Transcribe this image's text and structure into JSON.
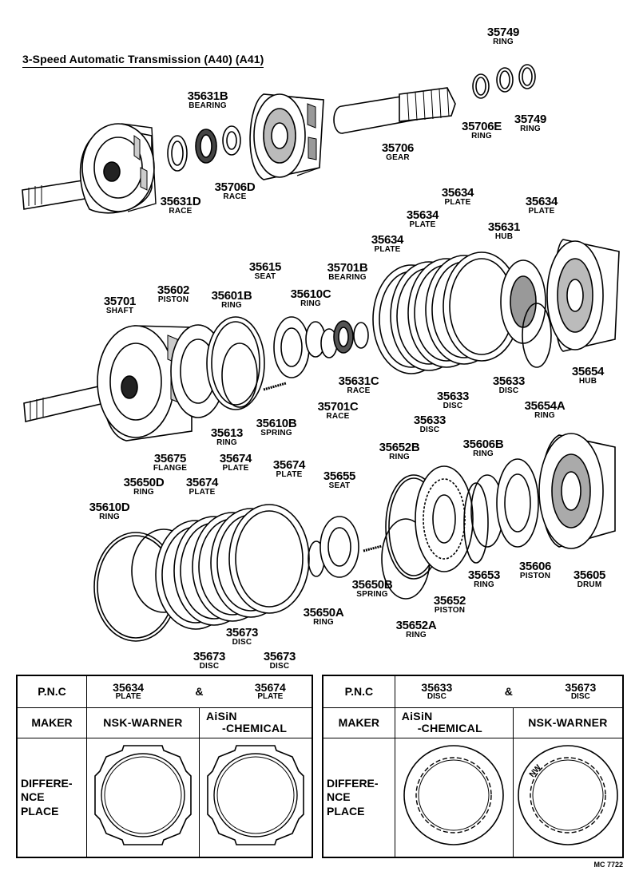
{
  "title": "3-Speed Automatic Transmission (A40) (A41)",
  "ref_code": "MC 7722",
  "callouts": [
    {
      "id": "c35749a",
      "num": "35749",
      "name": "RING"
    },
    {
      "id": "c35749b",
      "num": "35749",
      "name": "RING"
    },
    {
      "id": "c35706e",
      "num": "35706E",
      "name": "RING"
    },
    {
      "id": "c35706",
      "num": "35706",
      "name": "GEAR"
    },
    {
      "id": "c35631b",
      "num": "35631B",
      "name": "BEARING"
    },
    {
      "id": "c35706d",
      "num": "35706D",
      "name": "RACE"
    },
    {
      "id": "c35631d",
      "num": "35631D",
      "name": "RACE"
    },
    {
      "id": "c35634a",
      "num": "35634",
      "name": "PLATE"
    },
    {
      "id": "c35634b",
      "num": "35634",
      "name": "PLATE"
    },
    {
      "id": "c35634c",
      "num": "35634",
      "name": "PLATE"
    },
    {
      "id": "c35634d",
      "num": "35634",
      "name": "PLATE"
    },
    {
      "id": "c35631",
      "num": "35631",
      "name": "HUB"
    },
    {
      "id": "c35615",
      "num": "35615",
      "name": "SEAT"
    },
    {
      "id": "c35701b",
      "num": "35701B",
      "name": "BEARING"
    },
    {
      "id": "c35610c",
      "num": "35610C",
      "name": "RING"
    },
    {
      "id": "c35701",
      "num": "35701",
      "name": "SHAFT"
    },
    {
      "id": "c35602",
      "num": "35602",
      "name": "PISTON"
    },
    {
      "id": "c35601b",
      "num": "35601B",
      "name": "RING"
    },
    {
      "id": "c35654",
      "num": "35654",
      "name": "HUB"
    },
    {
      "id": "c35633a",
      "num": "35633",
      "name": "DISC"
    },
    {
      "id": "c35631c",
      "num": "35631C",
      "name": "RACE"
    },
    {
      "id": "c35633b",
      "num": "35633",
      "name": "DISC"
    },
    {
      "id": "c35654a",
      "num": "35654A",
      "name": "RING"
    },
    {
      "id": "c35701c",
      "num": "35701C",
      "name": "RACE"
    },
    {
      "id": "c35633c",
      "num": "35633",
      "name": "DISC"
    },
    {
      "id": "c35613",
      "num": "35613",
      "name": "RING"
    },
    {
      "id": "c35610b",
      "num": "35610B",
      "name": "SPRING"
    },
    {
      "id": "c35675",
      "num": "35675",
      "name": "FLANGE"
    },
    {
      "id": "c35674a",
      "num": "35674",
      "name": "PLATE"
    },
    {
      "id": "c35674b",
      "num": "35674",
      "name": "PLATE"
    },
    {
      "id": "c35674c",
      "num": "35674",
      "name": "PLATE"
    },
    {
      "id": "c35650d",
      "num": "35650D",
      "name": "RING"
    },
    {
      "id": "c35655",
      "num": "35655",
      "name": "SEAT"
    },
    {
      "id": "c35652b",
      "num": "35652B",
      "name": "RING"
    },
    {
      "id": "c35606b",
      "num": "35606B",
      "name": "RING"
    },
    {
      "id": "c35610d",
      "num": "35610D",
      "name": "RING"
    },
    {
      "id": "c35606",
      "num": "35606",
      "name": "PISTON"
    },
    {
      "id": "c35605",
      "num": "35605",
      "name": "DRUM"
    },
    {
      "id": "c35653",
      "num": "35653",
      "name": "RING"
    },
    {
      "id": "c35650b",
      "num": "35650B",
      "name": "SPRING"
    },
    {
      "id": "c35652",
      "num": "35652",
      "name": "PISTON"
    },
    {
      "id": "c35650a",
      "num": "35650A",
      "name": "RING"
    },
    {
      "id": "c35652a",
      "num": "35652A",
      "name": "RING"
    },
    {
      "id": "c35673a",
      "num": "35673",
      "name": "DISC"
    },
    {
      "id": "c35673b",
      "num": "35673",
      "name": "DISC"
    },
    {
      "id": "c35673c",
      "num": "35673",
      "name": "DISC"
    }
  ],
  "tables": {
    "left": {
      "pnc_label": "P.N.C",
      "part_a": {
        "num": "35634",
        "name": "PLATE"
      },
      "amp": "&",
      "part_b": {
        "num": "35674",
        "name": "PLATE"
      },
      "maker_label": "MAKER",
      "maker_1": "NSK-WARNER",
      "maker_2_line1": "AiSiN",
      "maker_2_line2": "-CHEMICAL",
      "diff_line1": "DIFFERE-",
      "diff_line2": "NCE",
      "diff_line3": "PLACE"
    },
    "right": {
      "pnc_label": "P.N.C",
      "part_a": {
        "num": "35633",
        "name": "DISC"
      },
      "amp": "&",
      "part_b": {
        "num": "35673",
        "name": "DISC"
      },
      "maker_label": "MAKER",
      "maker_1_line1": "AiSiN",
      "maker_1_line2": "-CHEMICAL",
      "maker_2": "NSK-WARNER",
      "diff_line1": "DIFFERE-",
      "diff_line2": "NCE",
      "diff_line3": "PLACE",
      "mark_text": "NW"
    }
  }
}
